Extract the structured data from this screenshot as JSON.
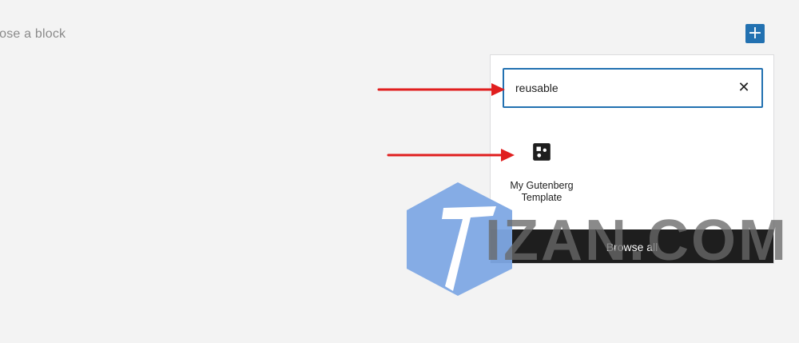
{
  "editor": {
    "placeholder": "oose a block",
    "inserter_toggle_glyph": "+"
  },
  "inserter": {
    "search_value": "reusable",
    "clear_glyph": "✕",
    "results": [
      {
        "label": "My Gutenberg\nTemplate",
        "icon": "reusable-block-icon"
      }
    ],
    "browse_all_label": "Browse all"
  },
  "annotations": {
    "arrow_color": "#e01e1e"
  },
  "watermark": {
    "text": "IZAN.COM",
    "logo_color": "#7ea8e4"
  },
  "colors": {
    "accent": "#2271b1",
    "dark_bar": "#1e1e1e",
    "background": "#f3f3f3"
  }
}
